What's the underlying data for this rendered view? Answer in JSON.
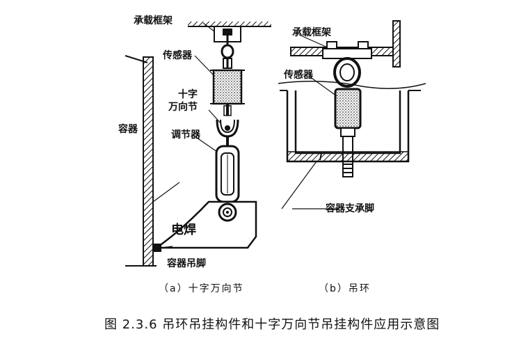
{
  "figure_a": {
    "frame_label": "承载框架",
    "sensor_label": "传感器",
    "ujoint_label_line1": "十字",
    "ujoint_label_line2": "万向节",
    "adjuster_label": "调节器",
    "container_label": "容器",
    "weld_label": "电焊",
    "foot_label": "容器吊脚",
    "subcaption": "（a）十字万向节"
  },
  "figure_b": {
    "frame_label": "承载框架",
    "sensor_label": "传感器",
    "support_label": "容器支承脚",
    "subcaption": "（b）吊环"
  },
  "caption": "图 2.3.6  吊环吊挂构件和十字万向节吊挂构件应用示意图",
  "colors": {
    "ink": "#111111",
    "hatch_fill": "#6f6f6f",
    "paper": "#ffffff"
  }
}
